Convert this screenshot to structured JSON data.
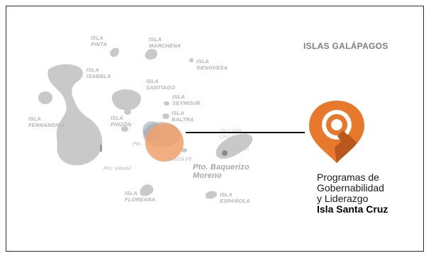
{
  "map": {
    "title": "ISLAS GALÁPAGOS",
    "labels": {
      "pinta": [
        "ISLA",
        "PINTA"
      ],
      "marchena": [
        "ISLA",
        "MARCHENA"
      ],
      "genovesa": [
        "ISLA",
        "GENOVESA"
      ],
      "isabela": [
        "ISLA",
        "ISABELA"
      ],
      "santiago": [
        "ISLA",
        "SANTIAGO"
      ],
      "seymour": [
        "ISLA",
        "SEYMOUR"
      ],
      "baltra": [
        "ISLA",
        "BALTRA"
      ],
      "fernandina": [
        "ISLA",
        "FERNANDINA"
      ],
      "pinzon": [
        "ISLA",
        "PINZÓN"
      ],
      "san_cristobal": [
        "ISLA SAN",
        "CRISTÓBAL"
      ],
      "floreana": [
        "ISLA",
        "FLOREANA"
      ],
      "espanola": [
        "ISLA",
        "ESPAÑOLA"
      ],
      "puerto_ayora": "Pto. ...",
      "santa_fe": "SANTA FE",
      "puerto_villamil": "Pto. Villamil",
      "puerto_baquerizo": [
        "Pto. Baquerizo",
        "Moreno"
      ],
      "el_progreso": "El Progreso"
    },
    "colors": {
      "island": "#c8c8c8",
      "highlight": "#f0a06a",
      "accent": "#e8792c",
      "accent_dark": "#b8581c"
    }
  },
  "callout": {
    "icon": "map-pin-icon",
    "lines": [
      "Programas de",
      "Gobernabilidad",
      "y Liderazgo"
    ],
    "emphasis": "Isla Santa Cruz"
  }
}
